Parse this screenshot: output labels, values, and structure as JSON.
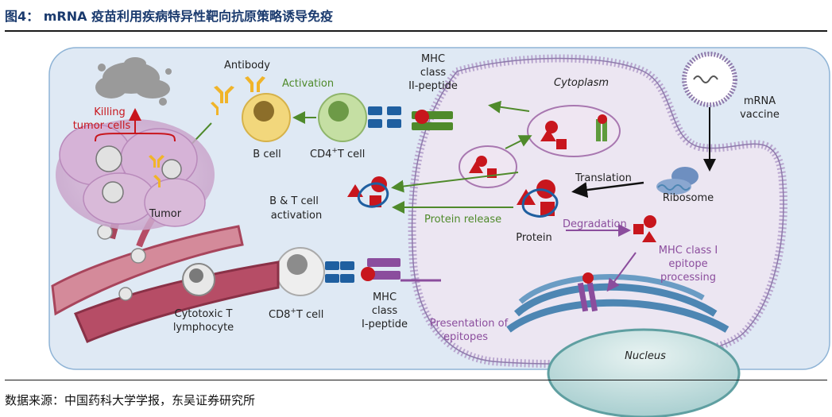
{
  "figure": {
    "title": "图4：  mRNA 疫苗利用疾病特异性靶向抗原策略诱导免疫",
    "source": "数据来源：中国药科大学学报，东吴证券研究所"
  },
  "labels": {
    "antibody": "Antibody",
    "activation": "Activation",
    "mhc2_line1": "MHC",
    "mhc2_line2": "class",
    "mhc2_line3": "II-peptide",
    "cytoplasm": "Cytoplasm",
    "mrna_line1": "mRNA",
    "mrna_line2": "vaccine",
    "killing_line1": "Killing",
    "killing_line2": "tumor cells",
    "b_cell": "B cell",
    "cd4_main": "CD4",
    "cd4_sup": "+",
    "cd4_rest": "T cell",
    "translation": "Translation",
    "ribosome": "Ribosome",
    "bt_line1": "B & T cell",
    "bt_line2": "activation",
    "protein_release": "Protein release",
    "tumor": "Tumor",
    "protein": "Protein",
    "degradation": "Degradation",
    "mhc1_line1": "MHC class I",
    "mhc1_line2": "epitope",
    "mhc1_line3": "processing",
    "cd8_main": "CD8",
    "cd8_sup": "+",
    "cd8_rest": "T cell",
    "mhc1p_line1": "MHC",
    "mhc1p_line2": "class",
    "mhc1p_line3": "I-peptide",
    "ctl_line1": "Cytotoxic T",
    "ctl_line2": "lymphocyte",
    "present_line1": "Presentation of",
    "present_line2": "epitopes",
    "nucleus": "Nucleus"
  },
  "colors": {
    "panel": "#dfe9f4",
    "panel_border": "#8fb4d6",
    "cell_fill": "#ece6f2",
    "membrane": "#b9a6cf",
    "red": "#c8161d",
    "green_arrow": "#4f8a2b",
    "purple": "#8b4d9d",
    "blue_receptor": "#1f5fa0",
    "tumor": "#c7a1c9",
    "b_cell": "#f2d77c",
    "cd4_cell": "#c5dfa3",
    "cd8_cell": "#eeeeee",
    "vessel": "#a8455c",
    "er_blue": "#4d86b3",
    "title_blue": "#1a3a6e"
  }
}
